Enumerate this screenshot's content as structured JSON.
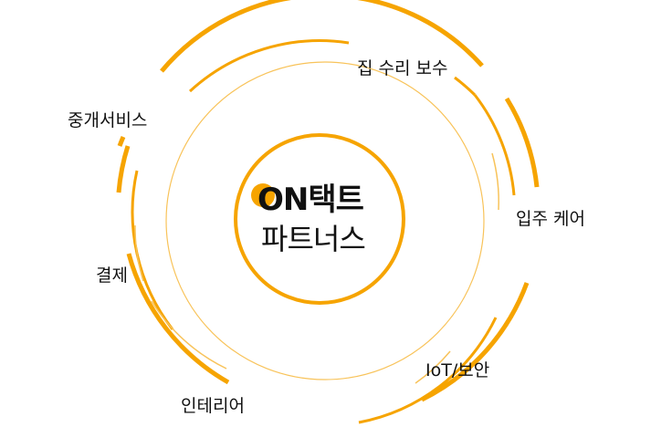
{
  "colors": {
    "accent": "#F6A400",
    "accent_light": "#F8C35A",
    "text": "#111111"
  },
  "logo": {
    "line1_prefix": "ON",
    "line1_suffix": "택트",
    "line2": "파트너스"
  },
  "services": [
    {
      "label": "집 수리 보수"
    },
    {
      "label": "입주 케어"
    },
    {
      "label": "IoT/보안"
    },
    {
      "label": "인테리어"
    },
    {
      "label": "결제"
    },
    {
      "label": "중개서비스"
    }
  ]
}
